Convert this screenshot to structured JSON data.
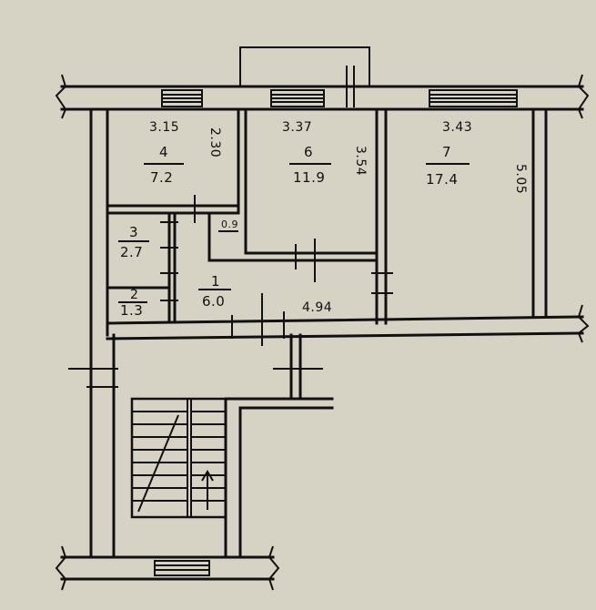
{
  "rooms": [
    {
      "id": "4",
      "area": "7.2"
    },
    {
      "id": "6",
      "area": "11.9"
    },
    {
      "id": "7",
      "area": "17.4"
    },
    {
      "id": "3",
      "area": "2.7"
    },
    {
      "id": "2",
      "area": "1.3"
    },
    {
      "id": "1",
      "area": "6.0"
    }
  ],
  "dimensions": {
    "room4_width": "3.15",
    "room4_depth": "2.30",
    "room6_width": "3.37",
    "room6_depth": "3.54",
    "room7_width": "3.43",
    "room7_depth": "5.05",
    "hall_length": "4.94",
    "small_label": "0.9"
  }
}
